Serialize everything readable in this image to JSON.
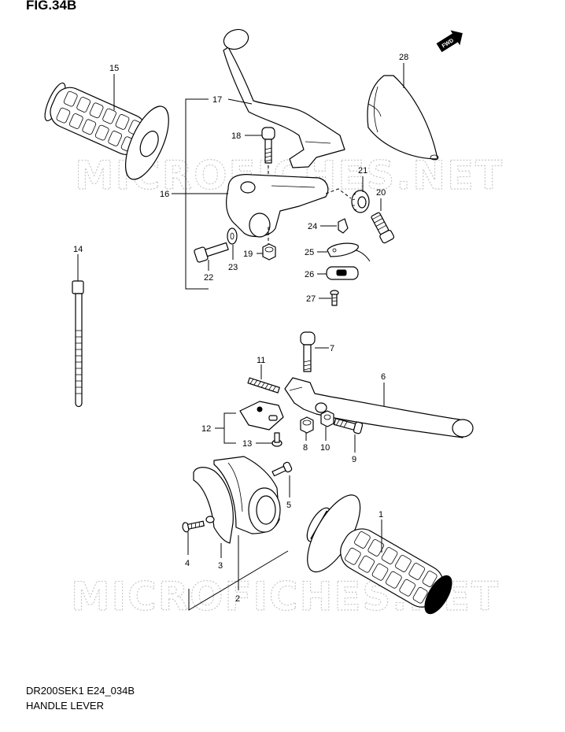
{
  "figure": {
    "label": "FIG.34B"
  },
  "watermark": {
    "text": "MICROFICHES.NET"
  },
  "fwd_badge": {
    "text": "FWD"
  },
  "callouts": [
    "1",
    "2",
    "3",
    "4",
    "5",
    "6",
    "7",
    "8",
    "9",
    "10",
    "11",
    "12",
    "13",
    "14",
    "15",
    "16",
    "17",
    "18",
    "19",
    "20",
    "21",
    "22",
    "23",
    "24",
    "25",
    "26",
    "27",
    "28"
  ],
  "footer": {
    "code": "DR200SEK1 E24_034B",
    "title": "HANDLE LEVER"
  },
  "colors": {
    "line": "#000000",
    "background": "#ffffff",
    "watermark": "#c8c8c8"
  }
}
